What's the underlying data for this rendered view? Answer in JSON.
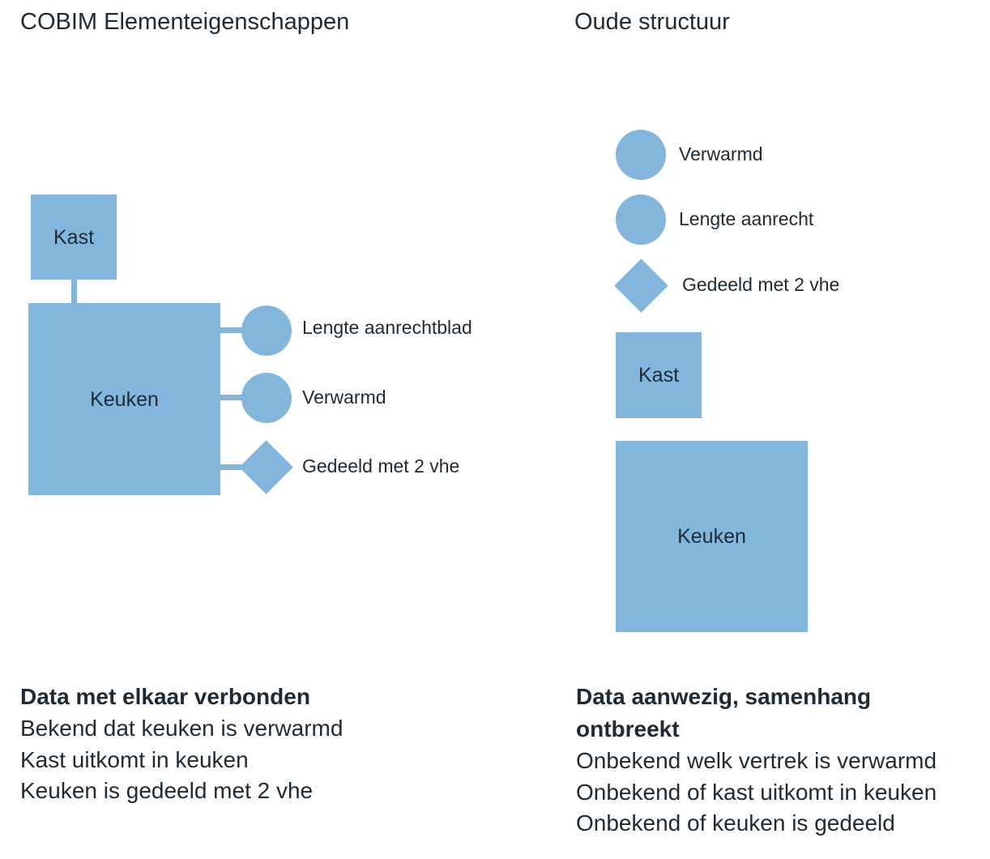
{
  "left": {
    "title": "COBIM Elementeigenschappen",
    "parent_box": "Kast",
    "main_box": "Keuken",
    "properties": [
      {
        "label": "Lengte aanrechtblad",
        "shape": "circle"
      },
      {
        "label": "Verwarmd",
        "shape": "circle"
      },
      {
        "label": "Gedeeld met 2 vhe",
        "shape": "diamond"
      }
    ],
    "summary": {
      "title": "Data met elkaar verbonden",
      "lines": [
        "Bekend dat keuken is verwarmd",
        "Kast uitkomt in keuken",
        "Keuken is gedeeld met 2 vhe"
      ]
    }
  },
  "right": {
    "title": "Oude structuur",
    "properties": [
      {
        "label": "Verwarmd",
        "shape": "circle"
      },
      {
        "label": "Lengte aanrecht",
        "shape": "circle"
      },
      {
        "label": "Gedeeld met 2 vhe",
        "shape": "diamond"
      }
    ],
    "box_small": "Kast",
    "box_large": "Keuken",
    "summary": {
      "title": "Data aanwezig, samenhang ontbreekt",
      "lines": [
        "Onbekend welk vertrek is verwarmd",
        "Onbekend of kast uitkomt in keuken",
        "Onbekend of keuken is gedeeld"
      ]
    }
  },
  "colors": {
    "shape_fill": "#82b6dd",
    "text": "#1f2a33"
  }
}
